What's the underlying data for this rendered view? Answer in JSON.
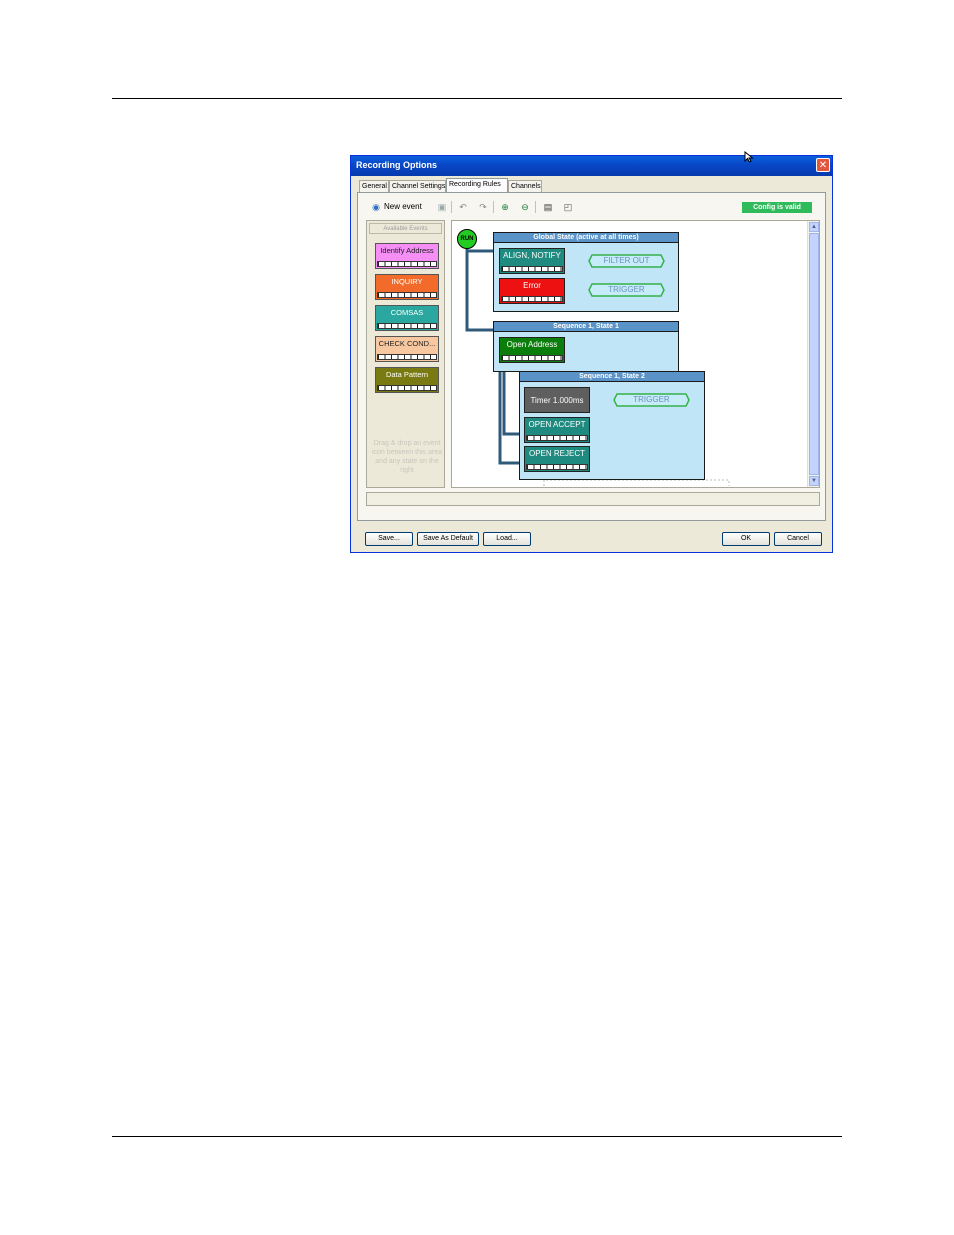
{
  "dialog": {
    "title": "Recording Options",
    "close": "✕",
    "tabs": [
      "General",
      "Channel Settings",
      "Recording Rules",
      "Channels"
    ],
    "active_tab": "Recording Rules"
  },
  "toolbar": {
    "new_event": "New event",
    "status": "Config is valid",
    "status_color": "#2fbb5b"
  },
  "available_events": {
    "title": "Available Events",
    "items": [
      {
        "label": "Identify Address",
        "color": "#f58ef5"
      },
      {
        "label": "INQUIRY",
        "color": "#f26b2a"
      },
      {
        "label": "COMSAS",
        "color": "#2aa8a0"
      },
      {
        "label": "CHECK COND...",
        "color": "#f7c8a0"
      },
      {
        "label": "Data Pattern",
        "color": "#7a7a12"
      }
    ],
    "hint": "Drag & drop an event icon between this area and any state on the right"
  },
  "diagram": {
    "run": "RUN",
    "global_state": {
      "title": "Global State (active at all times)",
      "events": [
        {
          "label": "ALIGN, NOTIFY",
          "color": "#1f8a7f",
          "action": "FILTER OUT"
        },
        {
          "label": "Error",
          "color": "#ee1111",
          "action": "TRIGGER"
        }
      ]
    },
    "state1": {
      "title": "Sequence 1, State 1",
      "events": [
        {
          "label": "Open Address",
          "color": "#0b7d0b"
        }
      ]
    },
    "state2": {
      "title": "Sequence 1, State 2",
      "timer": {
        "label": "Timer 1.000ms",
        "action": "TRIGGER"
      },
      "events": [
        {
          "label": "OPEN ACCEPT",
          "color": "#1f8a7f"
        },
        {
          "label": "OPEN REJECT",
          "color": "#1f8a7f"
        }
      ]
    }
  },
  "buttons": {
    "save": "Save...",
    "save_default": "Save As Default",
    "load": "Load...",
    "ok": "OK",
    "cancel": "Cancel"
  }
}
